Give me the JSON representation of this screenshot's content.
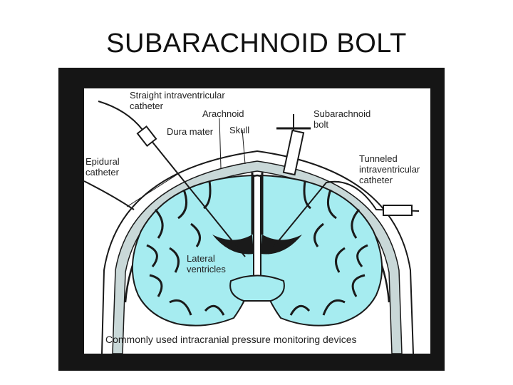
{
  "title": "SUBARACHNOID BOLT",
  "diagram": {
    "labels": {
      "straight_catheter": "Straight intraventricular\ncatheter",
      "arachnoid": "Arachnoid",
      "subarachnoid_bolt": "Subarachnoid\nbolt",
      "dura_mater": "Dura mater",
      "skull": "Skull",
      "epidural_catheter": "Epidural\ncatheter",
      "tunneled_catheter": "Tunneled\nintraventricular\ncatheter",
      "lateral_ventricles": "Lateral\nventricles"
    },
    "caption": "Commonly used intracranial pressure monitoring devices"
  },
  "colors": {
    "brain": "#a6ecf0",
    "outline": "#1a1a1a",
    "frame": "#151515"
  }
}
